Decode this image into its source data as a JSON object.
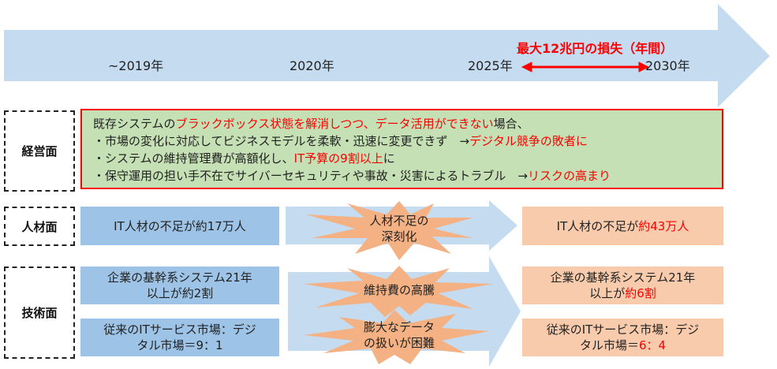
{
  "timeline": {
    "years": [
      "~2019年",
      "2020年",
      "2025年",
      "2030年"
    ],
    "loss_label": "最大12兆円の損失（年間）"
  },
  "management": {
    "label": "経営面",
    "lines": [
      [
        {
          "t": "既存システムの",
          "red": false
        },
        {
          "t": "ブラックボックス状態を解消しつつ、データ活用ができない",
          "red": true
        },
        {
          "t": "場合、",
          "red": false
        }
      ],
      [
        {
          "t": "・市場の変化に対応してビジネスモデルを柔軟・迅速に変更できず　→",
          "red": false
        },
        {
          "t": "デジタル競争の敗者に",
          "red": true
        }
      ],
      [
        {
          "t": "・システムの維持管理費が高額化し、",
          "red": false
        },
        {
          "t": "IT予算の9割以上",
          "red": true
        },
        {
          "t": "に",
          "red": false
        }
      ],
      [
        {
          "t": "・保守運用の担い手不在でサイバーセキュリティや事故・災害によるトラブル　→",
          "red": false
        },
        {
          "t": "リスクの高まり",
          "red": true
        }
      ]
    ]
  },
  "human": {
    "label": "人材面",
    "current": "IT人材の不足が約17万人",
    "issue": [
      "人材不足の",
      "深刻化"
    ],
    "future_prefix": "IT人材の不足が",
    "future_value": "約43万人"
  },
  "tech": {
    "label": "技術面",
    "current1": [
      "企業の基幹系システム21年",
      "以上が約2割"
    ],
    "current2": [
      "従来のITサービス市場：デジ",
      "タル市場＝9：1"
    ],
    "issue1": "維持費の高騰",
    "issue2": [
      "膨大なデータ",
      "の扱いが困難"
    ],
    "future1_line1": "企業の基幹系システム21年",
    "future1_prefix": "以上が",
    "future1_value": "約6割",
    "future2_line1": "従来のITサービス市場：デジ",
    "future2_prefix": "タル市場＝",
    "future2_value": "6：4"
  },
  "colors": {
    "arrow": "#c5dbf0",
    "blue": "#9dc3e6",
    "orange": "#f8cbad",
    "green": "#c5e0b4",
    "burst": "#f4b183",
    "red": "#ff0000"
  }
}
